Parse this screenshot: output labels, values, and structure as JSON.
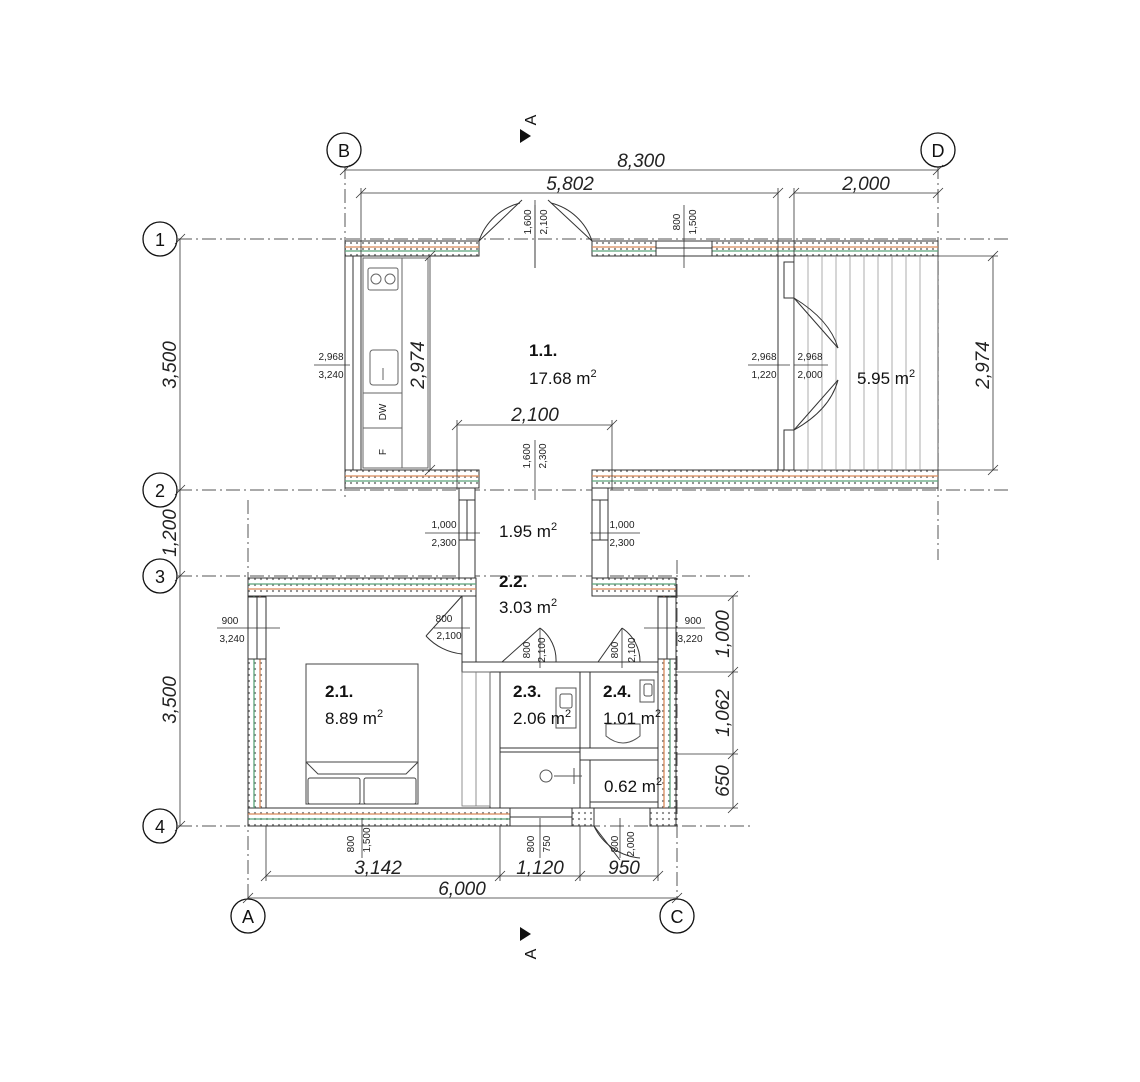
{
  "axes": {
    "letters": [
      "B",
      "D",
      "A",
      "C"
    ],
    "numbers": [
      "1",
      "2",
      "3",
      "4"
    ]
  },
  "section_marker": "A",
  "rooms": {
    "r11": {
      "id": "1.1.",
      "area": "17.68 m",
      "sup": "2"
    },
    "terrace": {
      "area": "5.95 m",
      "sup": "2"
    },
    "hall": {
      "area": "1.95 m",
      "sup": "2"
    },
    "r22": {
      "id": "2.2.",
      "area": "3.03 m",
      "sup": "2"
    },
    "r21": {
      "id": "2.1.",
      "area": "8.89 m",
      "sup": "2"
    },
    "r23": {
      "id": "2.3.",
      "area": "2.06 m",
      "sup": "2"
    },
    "r24": {
      "id": "2.4.",
      "area": "1.01 m",
      "sup": "2"
    },
    "storage": {
      "area": "0.62 m",
      "sup": "2"
    }
  },
  "kitchen": {
    "dw": "DW",
    "f": "F"
  },
  "dims": {
    "top_total": "8,300",
    "top_left": "5,802",
    "top_right": "2,000",
    "left_upper": "3,500",
    "left_mid": "1,200",
    "left_lower": "3,500",
    "room11_inner": "2,974",
    "terrace_right": "2,974",
    "opening": "2,100",
    "bottom_total": "6,000",
    "bottom_a": "3,142",
    "bottom_b": "1,120",
    "bottom_c": "950",
    "right_a": "1,000",
    "right_b": "1,062",
    "right_c": "650"
  },
  "small_labels": {
    "door_top_w": "1,600",
    "door_top_h": "2,100",
    "win_top_w": "800",
    "win_top_h": "1,500",
    "win_left_w": "2,968",
    "win_left_h": "3,240",
    "win_right_w": "2,968",
    "win_right_h": "1,220",
    "door_terr_w": "2,968",
    "door_terr_h": "2,000",
    "open_w": "1,600",
    "open_h": "2,300",
    "hall_l_w": "1,000",
    "hall_l_h": "2,300",
    "hall_r_w": "1,000",
    "hall_r_h": "2,300",
    "bed_win_w": "900",
    "bed_win_h": "3,240",
    "bed_door_w": "800",
    "bed_door_h": "2,100",
    "bath_door_w": "800",
    "bath_door_h": "2,100",
    "wc_door_w": "800",
    "wc_door_h": "2,100",
    "r22_win_w": "900",
    "r22_win_h": "3,220",
    "bot_win1_w": "800",
    "bot_win1_h": "1,500",
    "bot_win2_w": "800",
    "bot_win2_h": "750",
    "bot_door_w": "800",
    "bot_door_h": "2,000"
  }
}
